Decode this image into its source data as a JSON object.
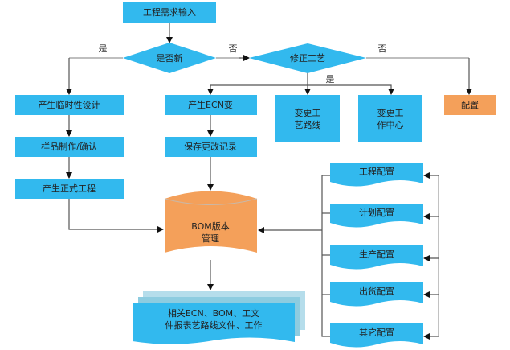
{
  "colors": {
    "process_fill": "#32B9EE",
    "accent_fill": "#F4A05A",
    "doc_back1": "#B5DDEB",
    "doc_back2": "#8DCCE0",
    "line": "#555555"
  },
  "nodes": {
    "input": "工程需求输入",
    "is_new": "是否新",
    "modify_process": "修正工艺",
    "temp_design": "产生临时性设计",
    "sample": "样品制作/确认",
    "formal": "产生正式工程",
    "ecn": "产生ECN变",
    "save_record": "保存更改记录",
    "route_line1": "变更工",
    "route_line2": "艺路线",
    "center_line1": "变更工",
    "center_line2": "作中心",
    "config": "配置",
    "bom_line1": "BOM版本",
    "bom_line2": "管理",
    "docs_line1": "相关ECN、BOM、工文",
    "docs_line2": "件报表艺路线文件、工作",
    "cfg_items": [
      "工程配置",
      "计划配置",
      "生产配置",
      "出货配置",
      "其它配置"
    ]
  },
  "edge_labels": {
    "is_new_yes": "是",
    "is_new_no": "否",
    "modify_no": "否",
    "modify_yes": "是"
  }
}
